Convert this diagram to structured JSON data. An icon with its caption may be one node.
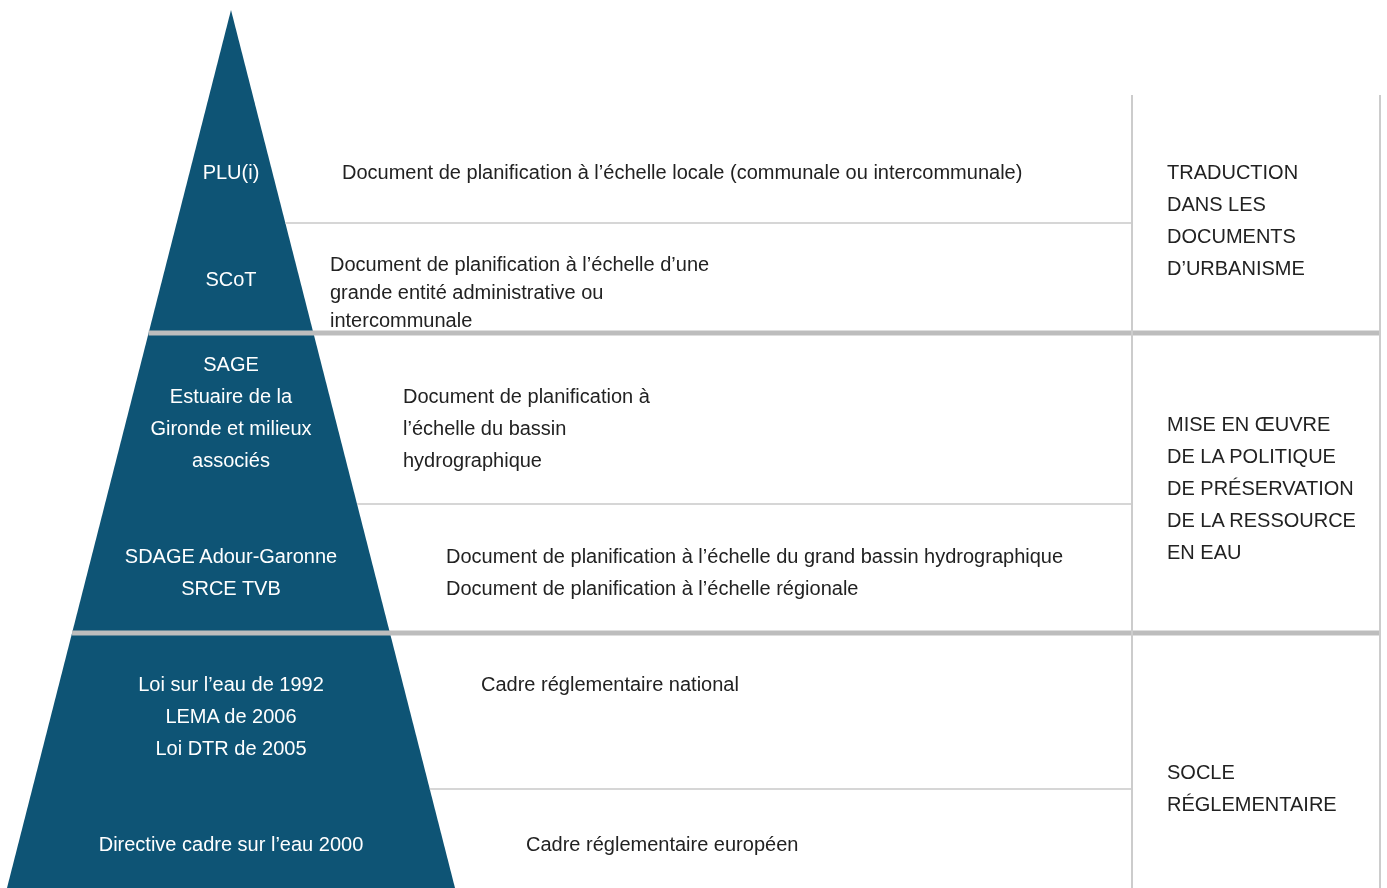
{
  "diagram": {
    "nodes": [
      {
        "text": [
          "PLU(i)"
        ],
        "beside": [
          "Document de planification à l’échelle locale (communale ou intercommunale)"
        ]
      },
      {
        "text": [
          "SCoT"
        ],
        "beside": [
          "Document de planification à l’échelle d’une grande entité administrative ou intercommunale"
        ]
      },
      {
        "text": [
          "SAGE",
          "Estuaire de la Gironde et milieux associés"
        ],
        "beside": [
          "Document de planification à l’échelle du bassin hydrographique"
        ]
      },
      {
        "text": [
          "SDAGE Adour-Garonne",
          "SRCE TVB"
        ],
        "beside": [
          "Document de planification à l’échelle du grand bassin hydrographique",
          "Document de planification à l’échelle régionale"
        ]
      },
      {
        "text": [
          "Loi sur l’eau de 1992",
          "LEMA de 2006",
          "Loi DTR de 2005"
        ],
        "beside": [
          "Cadre réglementaire national"
        ]
      },
      {
        "text": [
          "Directive cadre sur l’eau 2000"
        ],
        "beside": [
          "Cadre réglementaire européen"
        ]
      },
      {
        "text": [
          "TRADUCTION DANS LES DOCUMENTS D’URBANISME"
        ]
      },
      {
        "text": [
          "MISE EN ŒUVRE DE LA POLITIQUE DE PRÉSERVATION DE LA RESSOURCE EN EAU"
        ]
      },
      {
        "text": [
          "SOCLE RÉGLEMENTAIRE"
        ]
      }
    ]
  }
}
